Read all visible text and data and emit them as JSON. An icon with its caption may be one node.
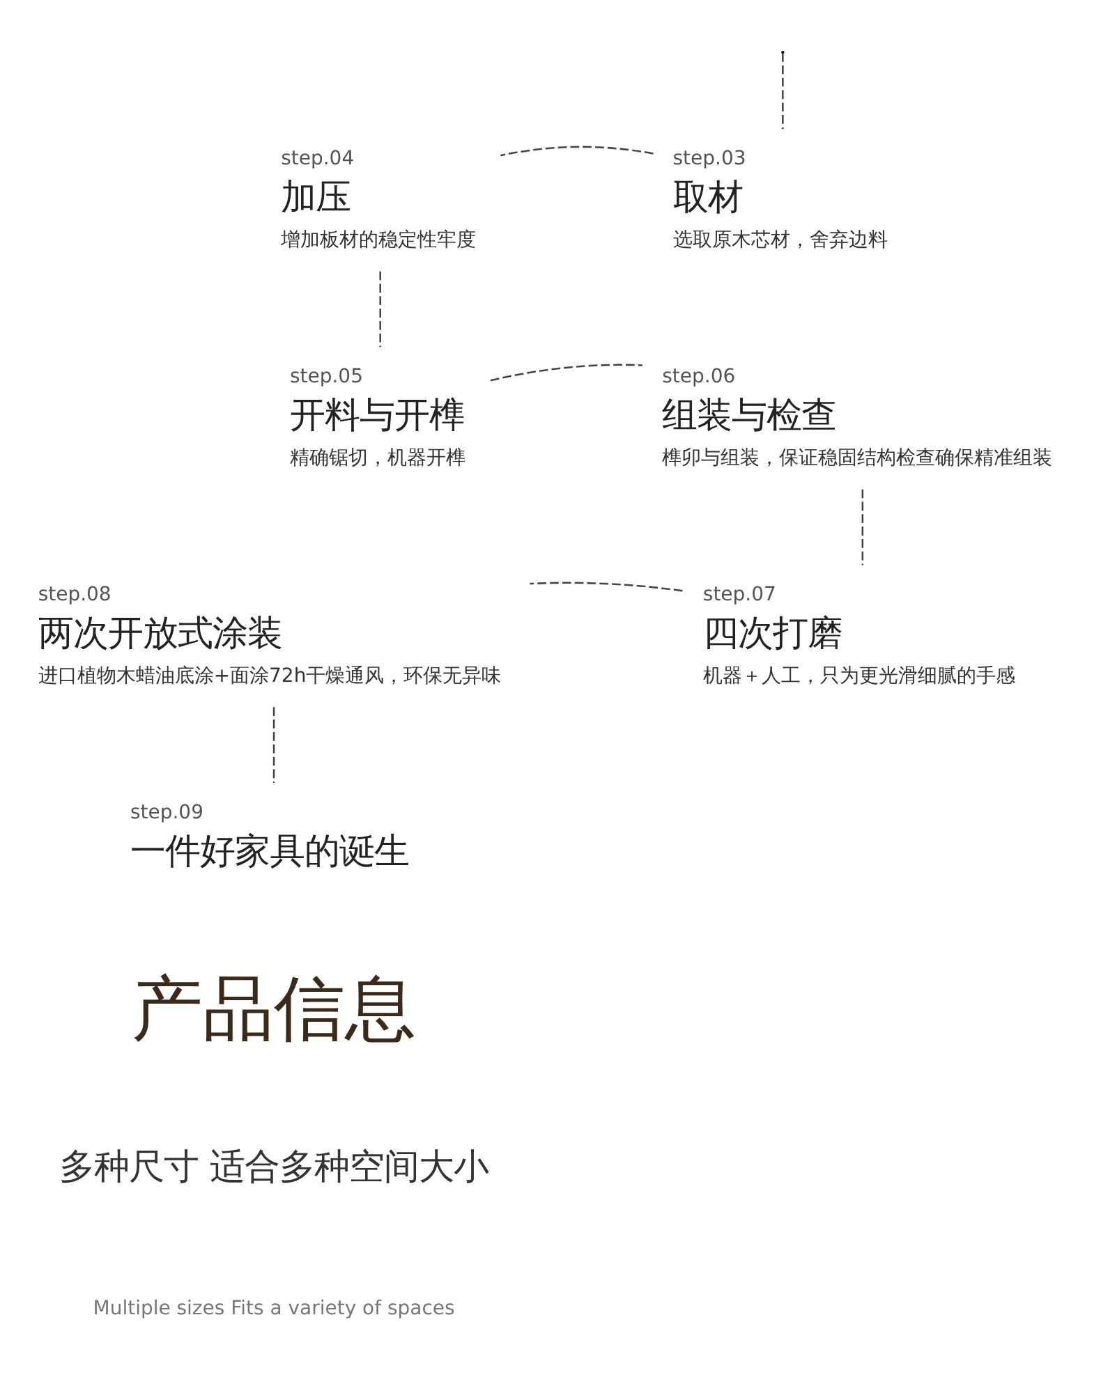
{
  "diagram": {
    "nodes": [
      {
        "text": [
          "step.04",
          "加压",
          "增加板材的稳定性牢度"
        ]
      },
      {
        "text": [
          "step.03",
          "取材",
          "选取原木芯材，舍弃边料"
        ]
      },
      {
        "text": [
          "step.05",
          "开料与开榫",
          "精确锯切，机器开榫"
        ]
      },
      {
        "text": [
          "step.06",
          "组装与检查",
          "榫卯与组装，保证稳固结构检查确保精准组装"
        ]
      },
      {
        "text": [
          "step.08",
          "两次开放式涂装",
          "进口植物木蜡油底涂+面涂72h干燥通风，环保无异味"
        ]
      },
      {
        "text": [
          "step.07",
          "四次打磨",
          "机器＋人工，只为更光滑细腻的手感"
        ]
      },
      {
        "text": [
          "step.09",
          "一件好家具的诞生"
        ]
      }
    ],
    "edges": [
      {
        "from": null,
        "to": 1,
        "arrow": "none",
        "style": "dashed"
      },
      {
        "from": 1,
        "to": 0,
        "arrow": "none",
        "style": "dashed"
      },
      {
        "from": 0,
        "to": 2,
        "arrow": "none",
        "style": "dashed"
      },
      {
        "from": 2,
        "to": 3,
        "arrow": "none",
        "style": "dashed"
      },
      {
        "from": 3,
        "to": 5,
        "arrow": "none",
        "style": "dashed"
      },
      {
        "from": 5,
        "to": 4,
        "arrow": "none",
        "style": "dashed"
      },
      {
        "from": 4,
        "to": 6,
        "arrow": "none",
        "style": "dashed"
      }
    ],
    "labels": [
      "产品信息",
      "多种尺寸 适合多种空间大小",
      "Multiple sizes Fits a variety of spaces"
    ]
  }
}
